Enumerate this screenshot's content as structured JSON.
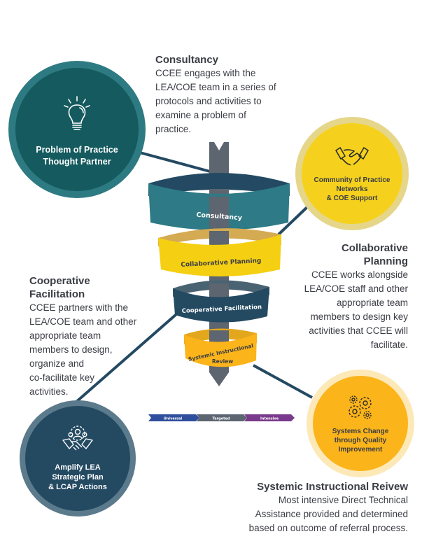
{
  "diagram": {
    "sections": {
      "consultancy": {
        "title": "Consultancy",
        "body": "CCEE engages with the\nLEA/COE team in a series of\nprotocols and activities to\nexamine a problem of\npractice."
      },
      "collaborative_planning": {
        "title": "Collaborative\nPlanning",
        "body": "CCEE works alongside\nLEA/COE staff and other\nappropriate team\nmembers to design key\nactivities that CCEE will\nfacilitate."
      },
      "cooperative_facilitation": {
        "title": "Cooperative\nFacilitation",
        "body": "CCEE partners with the\nLEA/COE team and other\nappropriate team\nmembers to design,\norganize and\nco-facilitate key\nactivities."
      },
      "systemic_review": {
        "title": "Systemic Instructional Reivew",
        "body": "Most intensive Direct Technical\nAssistance provided and determined\nbased on outcome of referral process."
      }
    },
    "circles": {
      "thought_partner": {
        "label": "Problem of Practice\nThought Partner",
        "icon": "lightbulb-icon",
        "color": "#145a5e",
        "ring": "#2e7a82"
      },
      "community": {
        "label": "Community of Practice\nNetworks\n& COE Support",
        "icon": "handshake-icon",
        "color": "#f5d11e",
        "ring": "#e6d68a"
      },
      "amplify": {
        "label": "Amplify LEA\nStrategic Plan\n& LCAP Actions",
        "icon": "team-handshake-icon",
        "color": "#244a62",
        "ring": "#5b7a8c"
      },
      "systems_change": {
        "label": "Systems Change\nthrough Quality\nImprovement",
        "icon": "gears-icon",
        "color": "#fbb41a",
        "ring": "#fde9b8"
      }
    },
    "funnel": {
      "bands": [
        {
          "label": "Consultancy",
          "color": "#2e7a86",
          "inner": "#234a62"
        },
        {
          "label": "Collaborative Planning",
          "color": "#f5cf12",
          "inner": "#d4aa52"
        },
        {
          "label": "Cooperative Facilitation",
          "color": "#244a62",
          "inner": "#4a6372"
        },
        {
          "label": "Systemic Instructional",
          "label2": "Review",
          "color": "#fbb41a",
          "inner": "#e3a71e"
        }
      ],
      "arrow_color": "#5c6570"
    },
    "tiers": [
      {
        "label": "Universal",
        "color": "#2f4f9c"
      },
      {
        "label": "Targeted",
        "color": "#5c6570"
      },
      {
        "label": "Intensive",
        "color": "#7a3a8c"
      }
    ]
  }
}
